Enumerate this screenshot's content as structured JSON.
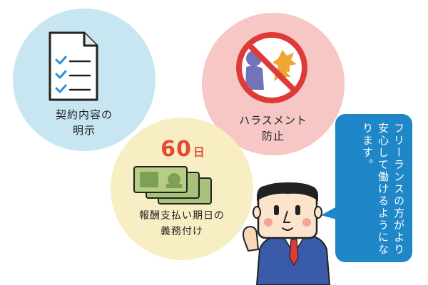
{
  "items": {
    "contract": {
      "line1": "契約内容の",
      "line2": "明示"
    },
    "harassment": {
      "line1": "ハラスメント",
      "line2": "防止"
    },
    "payment": {
      "days": "60",
      "days_unit": "日",
      "line1": "報酬支払い期日の",
      "line2": "義務付け"
    }
  },
  "speech": {
    "text": "フリーランスの方がより安心して働けるようになります。"
  },
  "colors": {
    "blue_circle": "#c7e6f2",
    "pink_circle": "#f6c7c4",
    "yellow_circle": "#f8eec3",
    "bubble": "#1f86c8",
    "accent_red": "#e34a33",
    "bill_green": "#a9c27a"
  },
  "icons": {
    "contract": "checklist-document-icon",
    "harassment": "no-harassment-icon",
    "payment": "banknotes-icon",
    "character": "businessman-character"
  }
}
